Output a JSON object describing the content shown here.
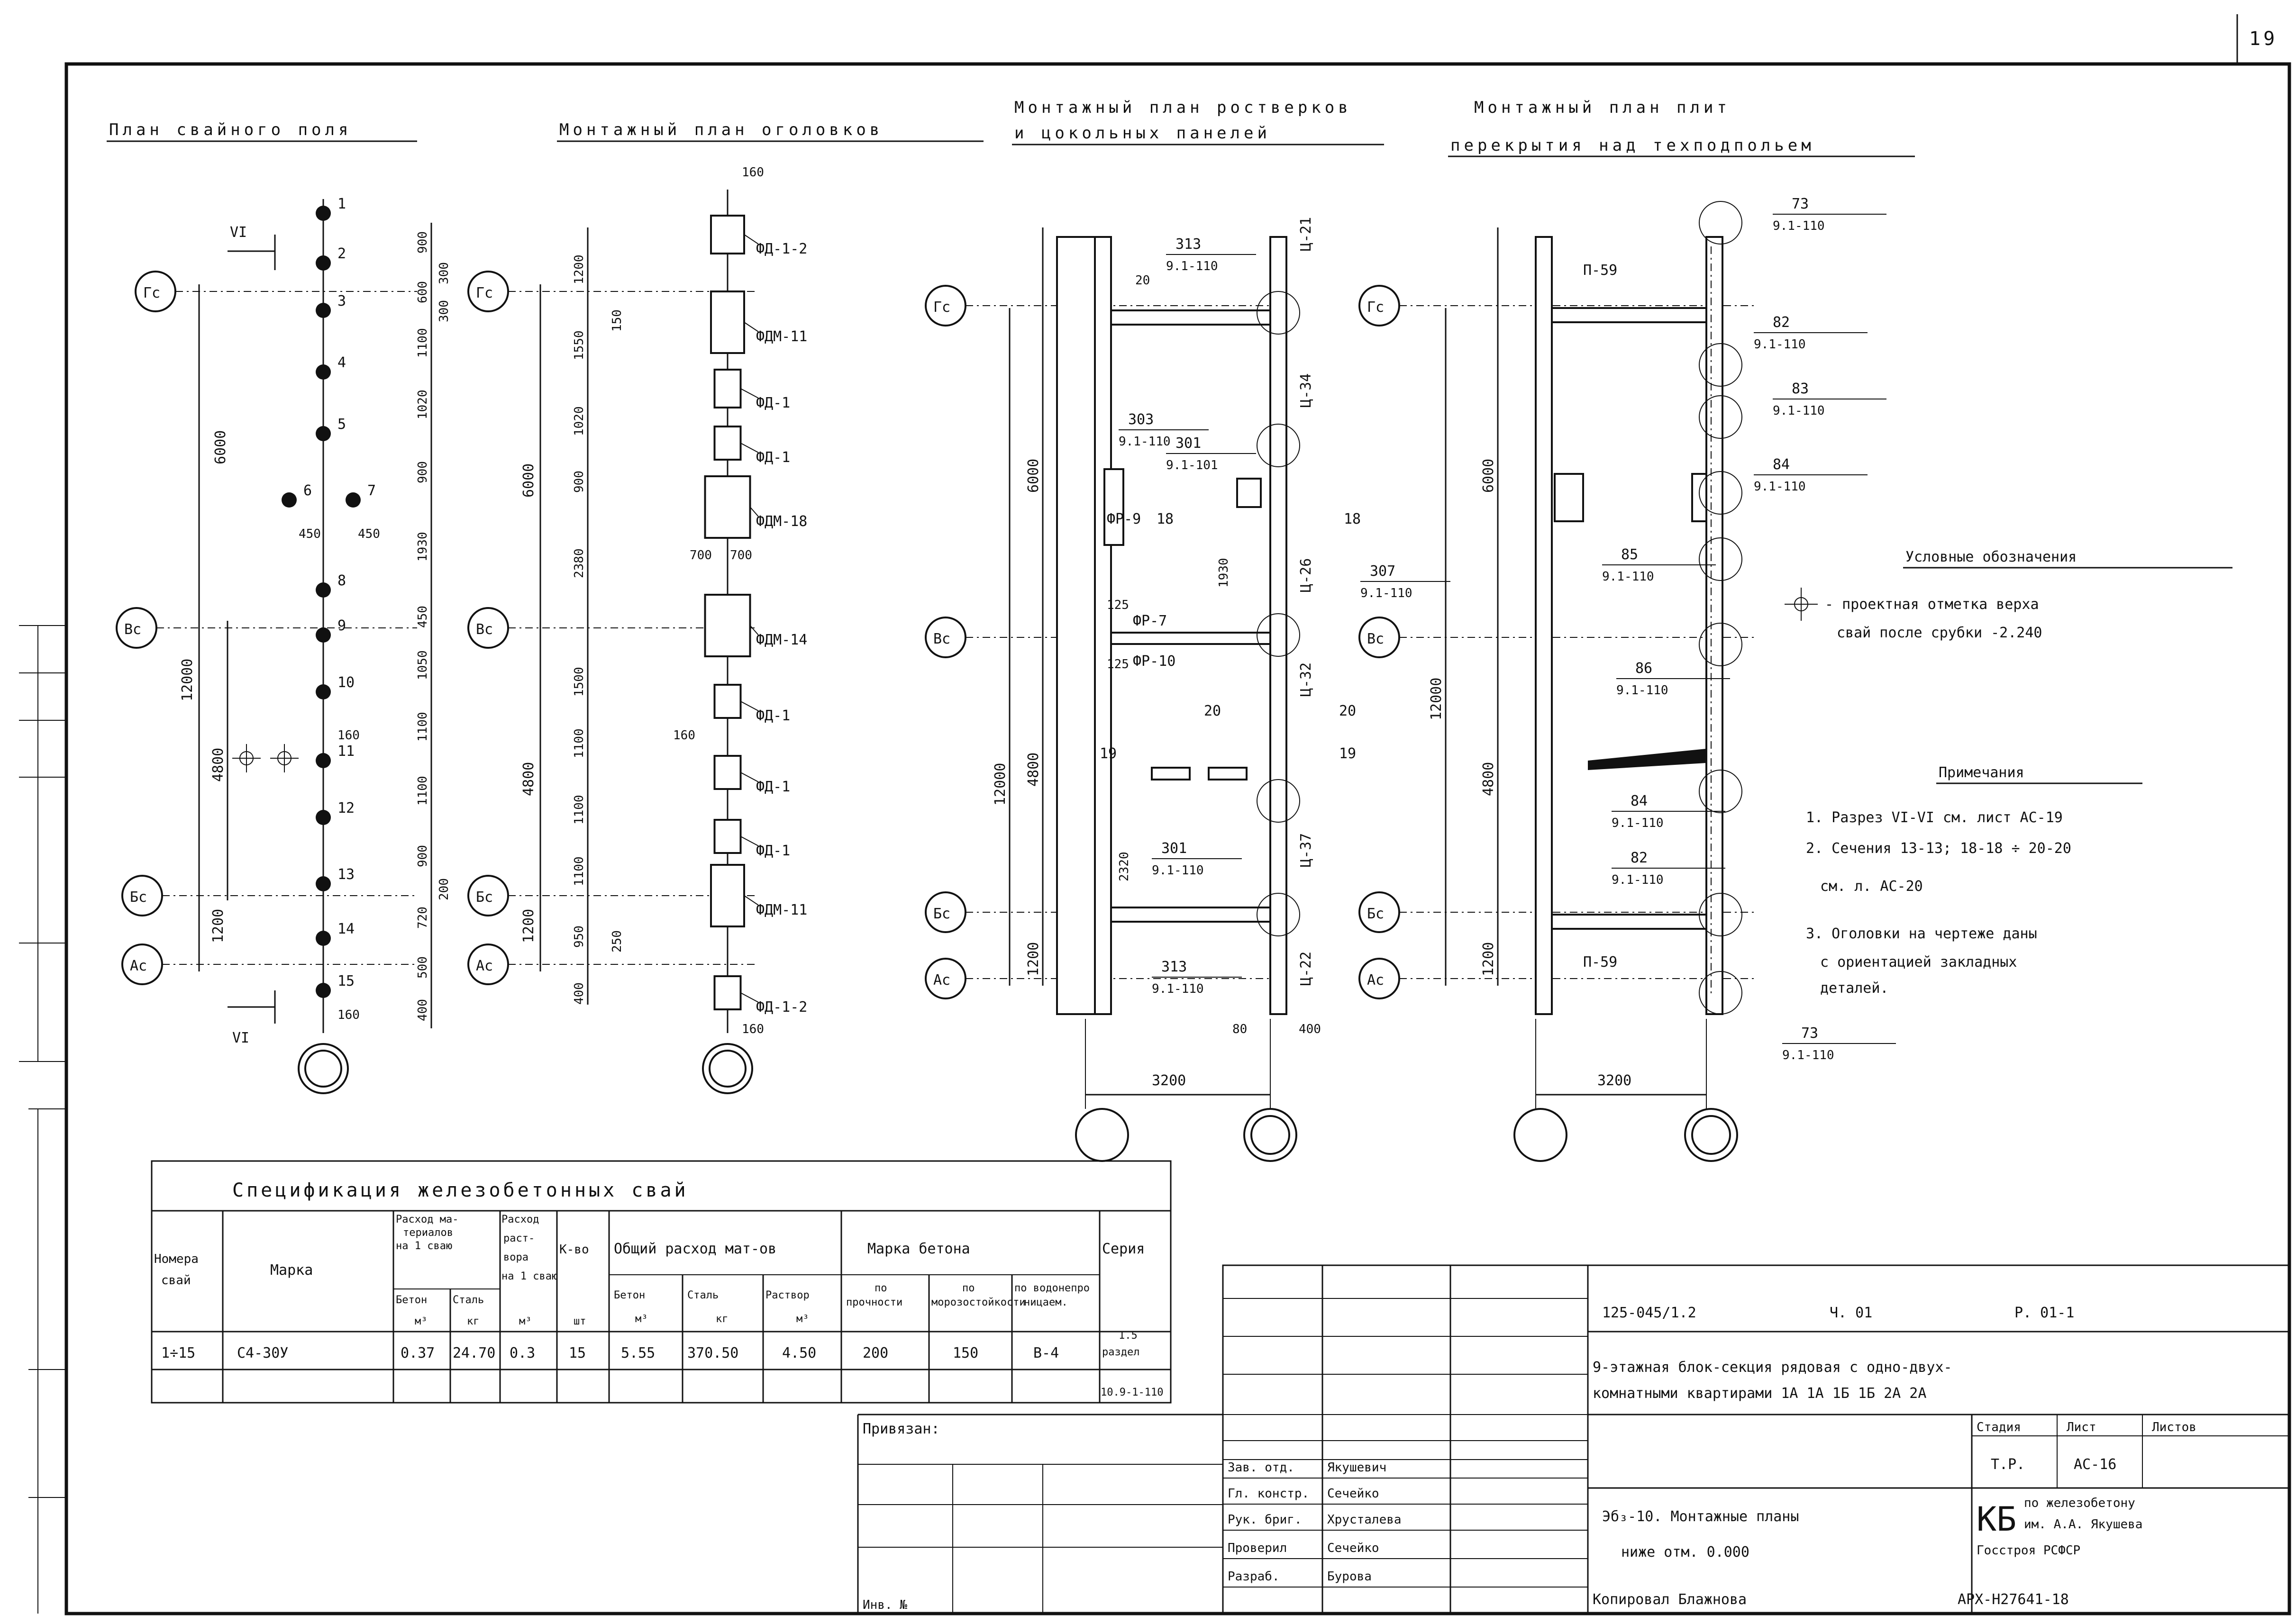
{
  "sheet_number": "19",
  "titles": {
    "pile_field": "План свайного поля",
    "heads_plan": "Монтажный план оголовков",
    "grillage_plan_line1": "Монтажный план ростверков",
    "grillage_plan_line2": "и цокольных панелей",
    "slab_plan_line1": "Монтажный план плит",
    "slab_plan_line2": "перекрытия над техподпольем"
  },
  "axes": {
    "gc": "Гс",
    "vc": "Вс",
    "bc": "Бс",
    "ac": "Ас"
  },
  "pile_plan": {
    "piles": [
      "1",
      "2",
      "3",
      "4",
      "5",
      "6",
      "7",
      "8",
      "9",
      "10",
      "11",
      "12",
      "13",
      "14",
      "15"
    ],
    "dims": [
      "900",
      "600",
      "1100",
      "1020",
      "900",
      "1930",
      "450",
      "1050",
      "1100",
      "1100",
      "900",
      "720",
      "500",
      "400"
    ],
    "dims_right": [
      "300",
      "300",
      "200"
    ],
    "side_dims": [
      "6000",
      "12000",
      "4800",
      "1200"
    ],
    "offsets": [
      "450",
      "450",
      "160",
      "160"
    ],
    "section_mark": "VI"
  },
  "heads_plan": {
    "labels": [
      "ФД-1-2",
      "ФДМ-11",
      "ФД-1",
      "ФД-1",
      "ФДМ-18",
      "ФДМ-14",
      "ФД-1",
      "ФД-1",
      "ФД-1",
      "ФДМ-11",
      "ФД-1-2"
    ],
    "dims": [
      "1200",
      "1550",
      "1020",
      "900",
      "2380",
      "1500",
      "1100",
      "1100",
      "1100",
      "950",
      "400"
    ],
    "side_dims": [
      "6000",
      "4800",
      "1200",
      "150",
      "250"
    ],
    "misc": [
      "160",
      "700",
      "700",
      "160",
      "160"
    ]
  },
  "grillage_plan": {
    "marks": [
      "313",
      "9.1-110",
      "301",
      "9.1-101",
      "303",
      "9.1-110",
      "307",
      "9.1-110",
      "301",
      "9.1-110",
      "313",
      "9.1-110"
    ],
    "elements": [
      "ФР-9",
      "ФР-7",
      "ФР-10"
    ],
    "panels": [
      "Ц-21",
      "Ц-34",
      "Ц-26",
      "Ц-32",
      "Ц-37",
      "Ц-22"
    ],
    "sections": [
      "18",
      "18",
      "20",
      "20",
      "19",
      "19"
    ],
    "dims": [
      "6000",
      "12000",
      "4800",
      "1200",
      "1930",
      "2320",
      "20",
      "125",
      "125"
    ],
    "bottom": [
      "3200",
      "80",
      "400"
    ]
  },
  "slab_plan": {
    "slabs": [
      "П-59",
      "П-59"
    ],
    "marks": [
      {
        "n": "73",
        "s": "9.1-110"
      },
      {
        "n": "82",
        "s": "9.1-110"
      },
      {
        "n": "83",
        "s": "9.1-110"
      },
      {
        "n": "84",
        "s": "9.1-110"
      },
      {
        "n": "85",
        "s": "9.1-110"
      },
      {
        "n": "86",
        "s": "9.1-110"
      },
      {
        "n": "84",
        "s": "9.1-110"
      },
      {
        "n": "82",
        "s": "9.1-110"
      },
      {
        "n": "73",
        "s": "9.1-110"
      }
    ],
    "dims": [
      "6000",
      "12000",
      "4800",
      "1200"
    ],
    "bottom": "3200"
  },
  "legend": {
    "heading": "Условные обозначения",
    "line1": "- проектная отметка верха",
    "line2": "свай после срубки -2.240"
  },
  "notes": {
    "heading": "Примечания",
    "n1": "1. Разрез VI-VI см. лист АС-19",
    "n2": "2. Сечения 13-13; 18-18 ÷ 20-20",
    "n2b": "см. л. АС-20",
    "n3": "3. Оголовки на чертеже даны",
    "n3b": "с ориентацией закладных",
    "n3c": "деталей."
  },
  "spec": {
    "title": "Спецификация железобетонных свай",
    "headers": {
      "num": [
        "Номера",
        "свай"
      ],
      "mark": "Марка",
      "consumption": [
        "Расход ма-",
        "териалов",
        "на 1 сваю"
      ],
      "mortar": [
        "Расход",
        "раст-",
        "вора",
        "на 1 сваю"
      ],
      "qty": "К-во",
      "total": "Общий расход мат-ов",
      "grade": "Марка бетона",
      "series": "Серия",
      "concrete": "Бетон",
      "steel": "Сталь",
      "m3": "м³",
      "kg": "кг",
      "pcs": "шт",
      "t_concrete": "Бетон",
      "t_steel": "Сталь",
      "t_mortar": "Раствор",
      "g_strength": [
        "по",
        "прочности"
      ],
      "g_frost": [
        "по",
        "морозостойкости"
      ],
      "g_water": [
        "по водонепро",
        "ницаем."
      ]
    },
    "row": {
      "num": "1÷15",
      "mark": "С4-30У",
      "concrete": "0.37",
      "steel": "24.70",
      "mortar": "0.3",
      "qty": "15",
      "t_concrete": "5.55",
      "t_steel": "370.50",
      "t_mortar": "4.50",
      "g_strength": "200",
      "g_frost": "150",
      "g_water": "В-4",
      "series": [
        "1.5",
        "раздел",
        "10.9-1-110"
      ]
    }
  },
  "stamp": {
    "code": "125-045/1.2",
    "part": "Ч. 01",
    "sheet_ref": "Р. 01-1",
    "project_line1": "9-этажная блок-секция рядовая с одно-двух-",
    "project_line2": "комнатными квартирами 1А 1А 1Б 1Б 2А 2А",
    "stage_h": "Стадия",
    "sheet_h": "Лист",
    "sheets_h": "Листов",
    "stage": "Т.Р.",
    "sheet": "АС-16",
    "privyazan": "Привязан:",
    "inv": "Инв. №",
    "roles": [
      "Зав. отд.",
      "Гл. констр.",
      "Рук. бриг.",
      "Проверил",
      "Разраб."
    ],
    "names": [
      "Якушевич",
      "Сечейко",
      "Хрусталева",
      "Сечейко",
      "Бурова"
    ],
    "drawing_line1": "Эб₃-10. Монтажные планы",
    "drawing_line2": "ниже отм. 0.000",
    "org_code": "КБ",
    "org_line1": "по железобетону",
    "org_line2": "им. А.А. Якушева",
    "org_line3": "Госстроя РСФСР"
  },
  "footer": {
    "copied": "Копировал Блажнова",
    "archive": "АРХ-Н27641-18"
  }
}
